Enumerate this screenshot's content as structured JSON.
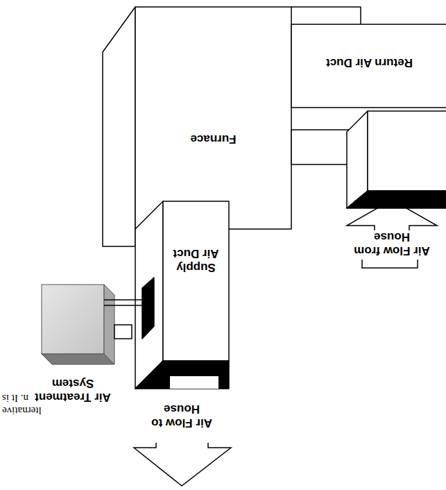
{
  "diagram": {
    "nodes": [
      {
        "text": [
          "Furnace"
        ]
      },
      {
        "text": [
          "Return Air Duct"
        ]
      },
      {
        "text": [
          "Supply Air Duct"
        ]
      },
      {
        "text": [
          "Air Treatment System"
        ]
      }
    ],
    "edges": [
      {
        "from": 3,
        "to": 2,
        "arrow": "none"
      }
    ],
    "labels": [
      "lternative",
      "n. It is",
      "Air Flow to House",
      "Air Flow from House"
    ]
  }
}
